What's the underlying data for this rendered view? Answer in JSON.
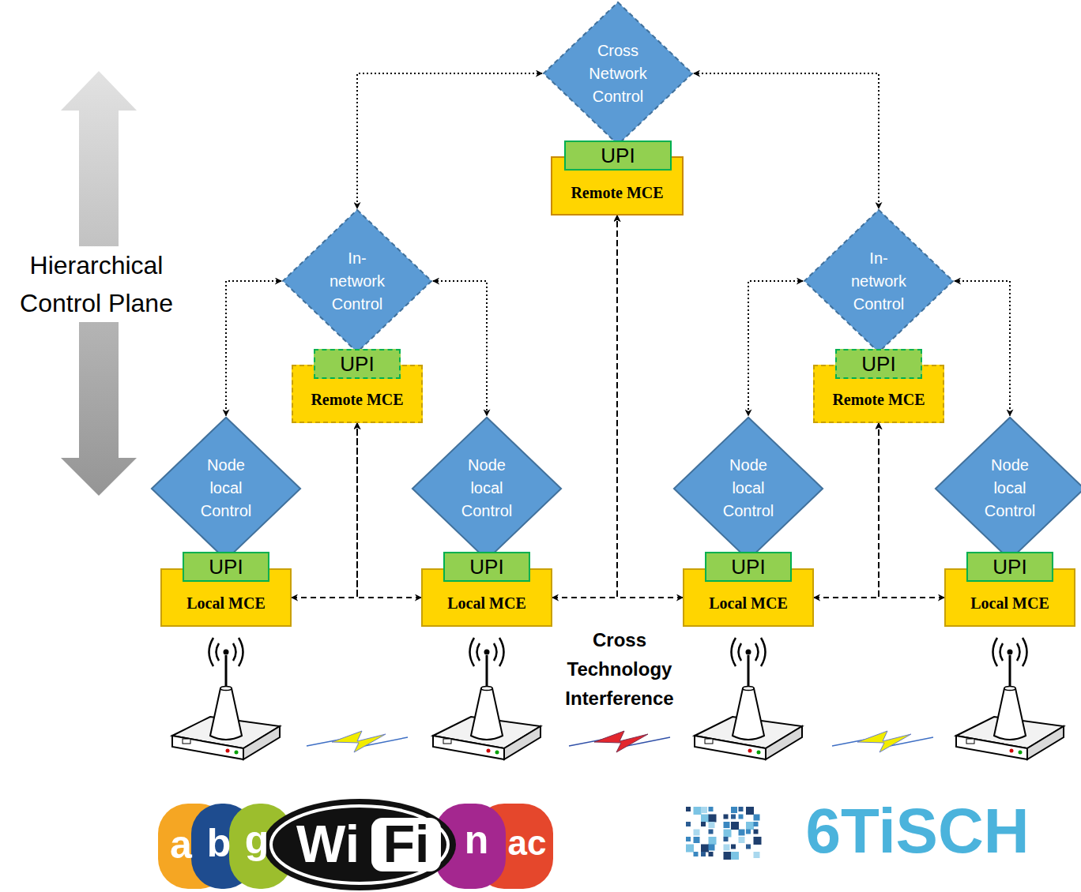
{
  "diagram": {
    "nodes": [
      {
        "text": [
          "Cross Network Control"
        ]
      },
      {
        "text": [
          "UPI"
        ]
      },
      {
        "text": [
          "Remote MCE"
        ]
      },
      {
        "text": [
          "In-network Control"
        ]
      },
      {
        "text": [
          "UPI"
        ]
      },
      {
        "text": [
          "Remote MCE"
        ]
      },
      {
        "text": [
          "In-network Control"
        ]
      },
      {
        "text": [
          "UPI"
        ]
      },
      {
        "text": [
          "Remote MCE"
        ]
      },
      {
        "text": [
          "Node local Control"
        ]
      },
      {
        "text": [
          "UPI"
        ]
      },
      {
        "text": [
          "Local MCE"
        ]
      },
      {
        "text": [
          "Node local Control"
        ]
      },
      {
        "text": [
          "UPI"
        ]
      },
      {
        "text": [
          "Local MCE"
        ]
      },
      {
        "text": [
          "Node local Control"
        ]
      },
      {
        "text": [
          "UPI"
        ]
      },
      {
        "text": [
          "Local MCE"
        ]
      },
      {
        "text": [
          "Node local Control"
        ]
      },
      {
        "text": [
          "UPI"
        ]
      },
      {
        "text": [
          "Local MCE"
        ]
      }
    ],
    "edges": [
      {
        "from": 0,
        "to": 3,
        "arrow": "both"
      },
      {
        "from": 0,
        "to": 6,
        "arrow": "both"
      },
      {
        "from": 3,
        "to": 9,
        "arrow": "both"
      },
      {
        "from": 3,
        "to": 12,
        "arrow": "both"
      },
      {
        "from": 6,
        "to": 15,
        "arrow": "both"
      },
      {
        "from": 6,
        "to": 18,
        "arrow": "both"
      },
      {
        "from": 11,
        "to": 5,
        "arrow": "both"
      },
      {
        "from": 14,
        "to": 5,
        "arrow": "both"
      },
      {
        "from": 14,
        "to": 2,
        "arrow": "both"
      },
      {
        "from": 17,
        "to": 2,
        "arrow": "both"
      },
      {
        "from": 17,
        "to": 8,
        "arrow": "both"
      },
      {
        "from": 20,
        "to": 8,
        "arrow": "both"
      }
    ],
    "labels": [
      "Hierarchical Control Plane",
      "Cross Technology Interference",
      "a",
      "b",
      "g",
      "Wi",
      "Fi",
      "n",
      "ac",
      "6TiSCH"
    ]
  }
}
